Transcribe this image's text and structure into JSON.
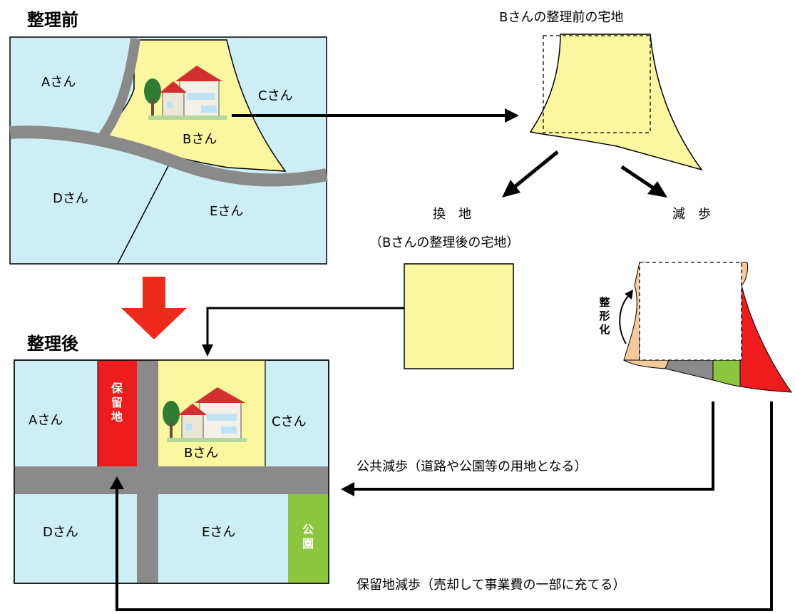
{
  "titles": {
    "before": "整理前",
    "after": "整理後"
  },
  "lots_before": {
    "a": "Aさん",
    "b": "Bさん",
    "c": "Cさん",
    "d": "Dさん",
    "e": "Eさん"
  },
  "lots_after": {
    "a": "Aさん",
    "b": "Bさん",
    "c": "Cさん",
    "d": "Dさん",
    "e": "Eさん",
    "reserve": [
      "保",
      "留",
      "地"
    ],
    "park": [
      "公",
      "園"
    ]
  },
  "labels": {
    "b_before_lot": "Bさんの整理前の宅地",
    "kanchi": "換　地",
    "kanchi_sub": "（Bさんの整理後の宅地）",
    "genbu": "減　歩",
    "seikeika": [
      "整",
      "形",
      "化"
    ],
    "public_genbu": "公共減歩（道路や公園等の用地となる）",
    "reserve_genbu": "保留地減歩（売却して事業費の一部に充てる）"
  },
  "colors": {
    "lot_blue": "#cdeef5",
    "lot_yellow": "#fbf6a0",
    "road_gray": "#8a8a8a",
    "reserve_red": "#ee1c1c",
    "park_green": "#8cc63f",
    "shape_orange": "#f5c99a",
    "arrow_red": "#ee2a1b"
  }
}
